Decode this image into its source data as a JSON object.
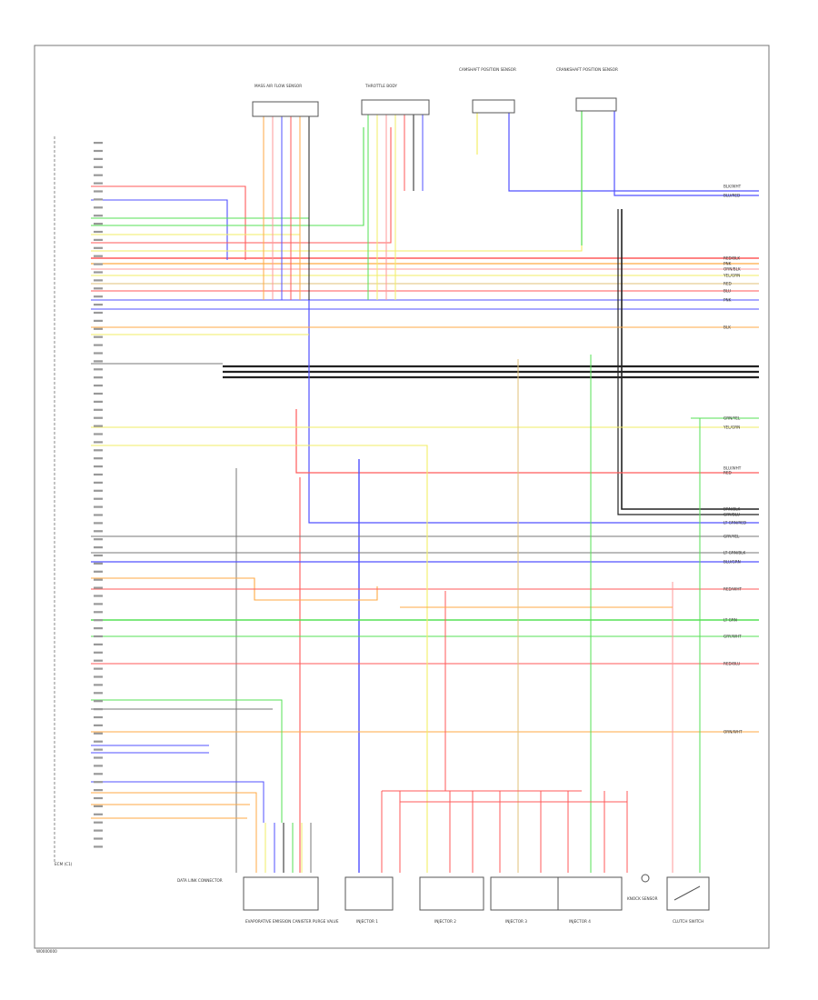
{
  "colors": {
    "red": "#ff5a5a",
    "blue": "#5050ff",
    "green": "#55e055",
    "yellow": "#f2ee66",
    "orange": "#ffaa44",
    "black": "#222222",
    "gray": "#777777",
    "tan": "#e0c27a",
    "pink": "#ff9a9a"
  },
  "page_label": "W0000000",
  "left_connector_label": "ECM (C1)",
  "top_components": [
    {
      "id": "comp_a",
      "label": "MASS AIR FLOW SENSOR"
    },
    {
      "id": "comp_b",
      "label": "THROTTLE BODY"
    },
    {
      "id": "comp_c",
      "label": "CAMSHAFT POSITION SENSOR"
    },
    {
      "id": "comp_d",
      "label": "CRANKSHAFT POSITION SENSOR"
    }
  ],
  "bottom_components": [
    {
      "id": "bc1",
      "label": "EVAPORATIVE EMISSION CANISTER PURGE VALVE"
    },
    {
      "id": "bc2",
      "label": "INJECTOR 1"
    },
    {
      "id": "bc3",
      "label": "INJECTOR 2"
    },
    {
      "id": "bc4",
      "label": "INJECTOR 3"
    },
    {
      "id": "bc5",
      "label": "INJECTOR 4"
    },
    {
      "id": "bc6",
      "label": "KNOCK SENSOR"
    },
    {
      "id": "bc7",
      "label": "CLUTCH SWITCH"
    }
  ],
  "left_bottom_label": "DATA LINK CONNECTOR",
  "right_wire_labels": [
    {
      "label": "BLK/WHT"
    },
    {
      "label": "BLU/RED"
    },
    {
      "label": "RED/BLK"
    },
    {
      "label": "PNK"
    },
    {
      "label": "ORN/BLK"
    },
    {
      "label": "YEL/GRN"
    },
    {
      "label": "RED"
    },
    {
      "label": "BLU"
    },
    {
      "label": "PNK"
    },
    {
      "label": "BLK"
    },
    {
      "label": "GRN/YEL"
    },
    {
      "label": "YEL/GRN"
    },
    {
      "label": "BLU/WHT"
    },
    {
      "label": "RED"
    },
    {
      "label": "BRN/BLK"
    },
    {
      "label": "GRY/BLU"
    },
    {
      "label": "LT GRN/RED"
    },
    {
      "label": "GRY/YEL"
    },
    {
      "label": "LT GRN/BLK"
    },
    {
      "label": "BLU/GRN"
    },
    {
      "label": "RED/WHT"
    },
    {
      "label": "LT GRN"
    },
    {
      "label": "GRY/WHT"
    },
    {
      "label": "RED/BLU"
    },
    {
      "label": "ORN/WHT"
    }
  ]
}
